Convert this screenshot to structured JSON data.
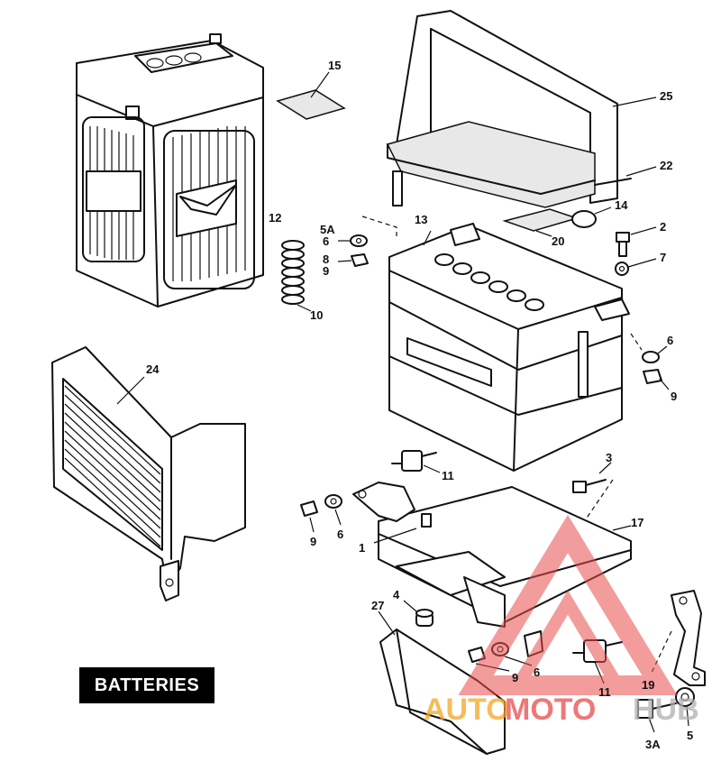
{
  "caption": "BATTERIES",
  "watermark": {
    "part1": "AUTO",
    "part2": "MOTO",
    "part3": "HUB",
    "colors": {
      "auto": "#f5a623",
      "moto": "#e84c4c",
      "hub": "#b0b0b0"
    }
  },
  "parts": {
    "p12": "12",
    "p15": "15",
    "p25": "25",
    "p22": "22",
    "p14": "14",
    "p20": "20",
    "p13": "13",
    "p2": "2",
    "p7": "7",
    "p5A": "5A",
    "p6a": "6",
    "p8": "8",
    "p9a": "9",
    "p10": "10",
    "p6b": "6",
    "p9b": "9",
    "p24": "24",
    "p11a": "11",
    "p3": "3",
    "p17": "17",
    "p9c": "9",
    "p6c": "6",
    "p1": "1",
    "p4": "4",
    "p27": "27",
    "p9d": "9",
    "p6d": "6",
    "p11b": "11",
    "p19": "19",
    "p3A": "3A",
    "p5": "5"
  }
}
